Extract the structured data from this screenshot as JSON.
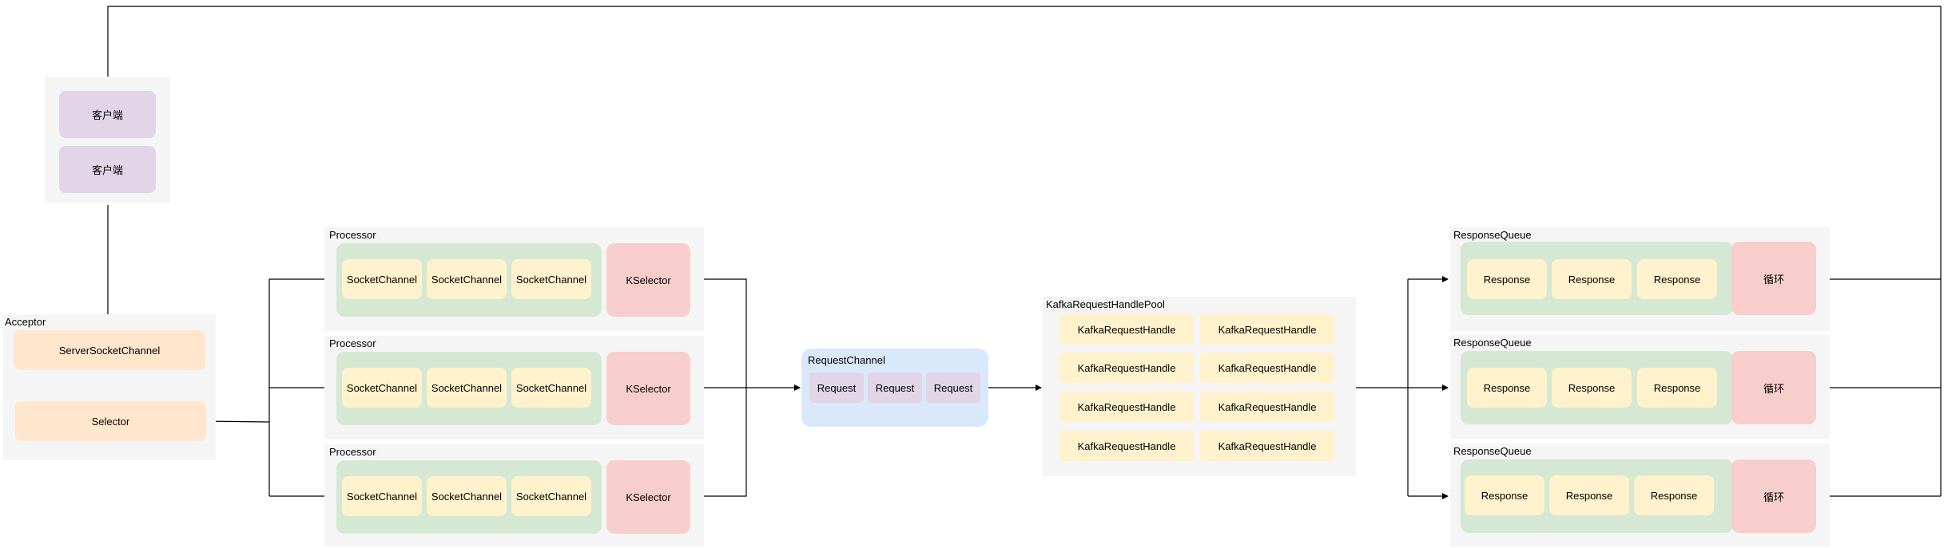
{
  "client_group": {
    "clients": [
      "客户端",
      "客户端"
    ]
  },
  "acceptor": {
    "label": "Acceptor",
    "server_socket_channel": "ServerSocketChannel",
    "selector": "Selector"
  },
  "processors": [
    {
      "label": "Processor",
      "socket_channels": [
        "SocketChannel",
        "SocketChannel",
        "SocketChannel"
      ],
      "kselector": "KSelector"
    },
    {
      "label": "Processor",
      "socket_channels": [
        "SocketChannel",
        "SocketChannel",
        "SocketChannel"
      ],
      "kselector": "KSelector"
    },
    {
      "label": "Processor",
      "socket_channels": [
        "SocketChannel",
        "SocketChannel",
        "SocketChannel"
      ],
      "kselector": "KSelector"
    }
  ],
  "request_channel": {
    "label": "RequestChannel",
    "requests": [
      "Request",
      "Request",
      "Request"
    ]
  },
  "handler_pool": {
    "label": "KafkaRequestHandlePool",
    "handlers": [
      "KafkaRequestHandle",
      "KafkaRequestHandle",
      "KafkaRequestHandle",
      "KafkaRequestHandle",
      "KafkaRequestHandle",
      "KafkaRequestHandle",
      "KafkaRequestHandle",
      "KafkaRequestHandle"
    ]
  },
  "response_queues": [
    {
      "label": "ResponseQueue",
      "responses": [
        "Response",
        "Response",
        "Response"
      ],
      "loop": "循环"
    },
    {
      "label": "ResponseQueue",
      "responses": [
        "Response",
        "Response",
        "Response"
      ],
      "loop": "循环"
    },
    {
      "label": "ResponseQueue",
      "responses": [
        "Response",
        "Response",
        "Response"
      ],
      "loop": "循环"
    }
  ],
  "colors": {
    "group_bg": "#f5f5f5",
    "client": "#e1d5e7",
    "acceptor_item": "#ffe6cc",
    "item": "#fff2cc",
    "container": "#d5e8d4",
    "selector": "#f8cecc",
    "request_channel": "#dae8fc",
    "edge": "#000000"
  }
}
